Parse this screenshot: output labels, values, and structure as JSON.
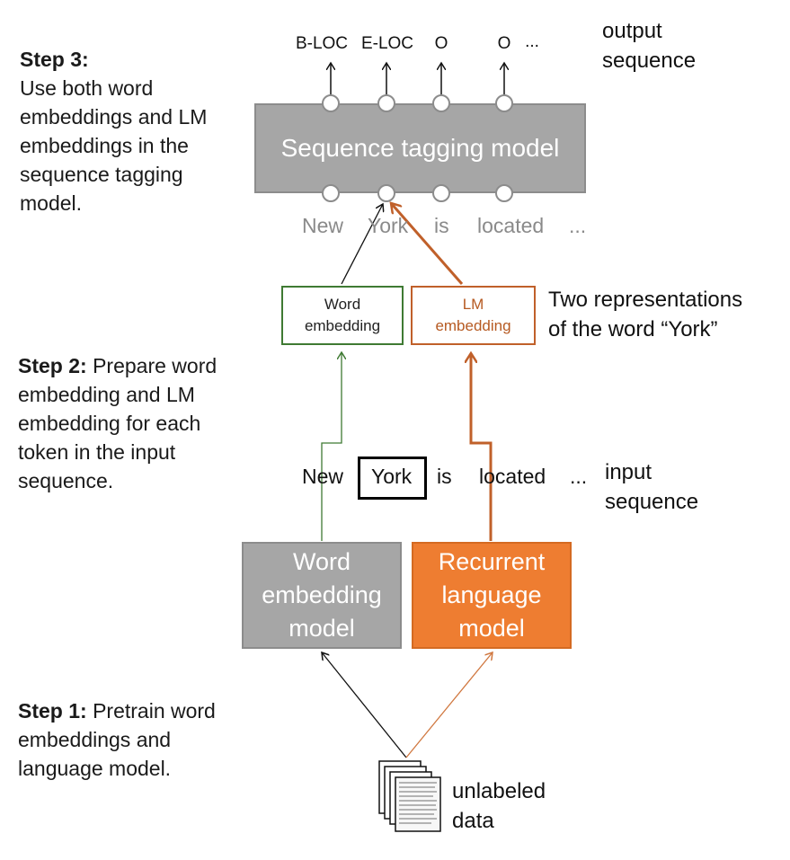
{
  "step3": {
    "title": "Step 3:",
    "text_lines": [
      "Use both word",
      "embeddings and LM",
      "embeddings in the",
      "sequence tagging",
      "model."
    ]
  },
  "step2": {
    "title": "Step 2:",
    "first_line_rest": " Prepare word",
    "text_lines": [
      "embedding and LM",
      "embedding for each",
      "token in the input",
      "sequence."
    ]
  },
  "step1": {
    "title": "Step 1:",
    "first_line_rest": " Pretrain word",
    "text_lines": [
      "embeddings and",
      "language model."
    ]
  },
  "output_tags": [
    "B-LOC",
    "E-LOC",
    "O",
    "O",
    "..."
  ],
  "output_label": {
    "line1": "output",
    "line2": "sequence"
  },
  "seq_model_label": "Sequence tagging model",
  "model_input_tokens": [
    "New",
    "York",
    "is",
    "located",
    "..."
  ],
  "word_embedding_small": {
    "line1": "Word",
    "line2": "embedding"
  },
  "lm_embedding_small": {
    "line1": "LM",
    "line2": "embedding"
  },
  "two_reps_label": {
    "line1": "Two representations",
    "line2": "of the word “York”"
  },
  "input_sequence_tokens": [
    "New",
    "York",
    "is",
    "located",
    "..."
  ],
  "input_label": {
    "line1": "input",
    "line2": "sequence"
  },
  "word_model": {
    "line1": "Word",
    "line2": "embedding",
    "line3": "model"
  },
  "lm_model": {
    "line1": "Recurrent",
    "line2": "language",
    "line3": "model"
  },
  "data_label": {
    "line1": "unlabeled",
    "line2": "data"
  },
  "colors": {
    "gray_box": "#a6a6a6",
    "orange_box": "#ee7d31",
    "orange_arrow": "#c0602a",
    "green_arrow": "#3f7a33"
  },
  "icons": {
    "documents": "document-stack-icon"
  }
}
